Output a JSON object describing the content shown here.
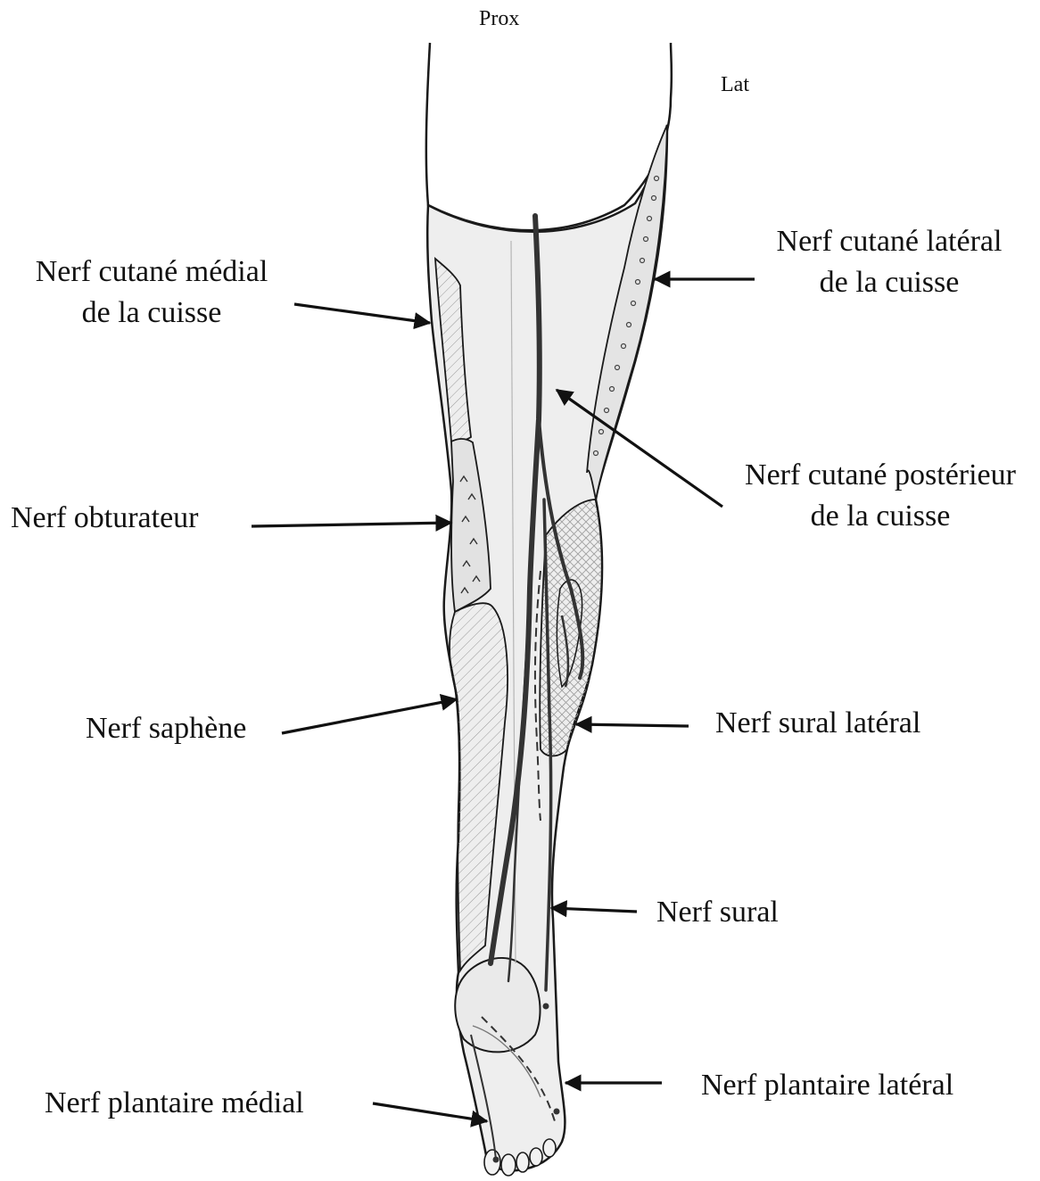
{
  "orientation": {
    "top": "Prox",
    "side": "Lat"
  },
  "labels": {
    "lateral_femoral_cutaneous": [
      "Nerf cutané latéral",
      "de la cuisse"
    ],
    "medial_femoral_cutaneous": [
      "Nerf cutané médial",
      "de la cuisse"
    ],
    "posterior_femoral_cutaneous": [
      "Nerf cutané postérieur",
      "de la cuisse"
    ],
    "obturator": "Nerf obturateur",
    "saphenous": "Nerf saphène",
    "lateral_sural": "Nerf sural latéral",
    "sural": "Nerf sural",
    "lateral_plantar": "Nerf plantaire latéral",
    "medial_plantar": "Nerf plantaire médial"
  },
  "colors": {
    "ink": "#1a1a1a",
    "nerve": "#333333",
    "skin": "#eeeeee",
    "region": "#d9d9d9"
  }
}
